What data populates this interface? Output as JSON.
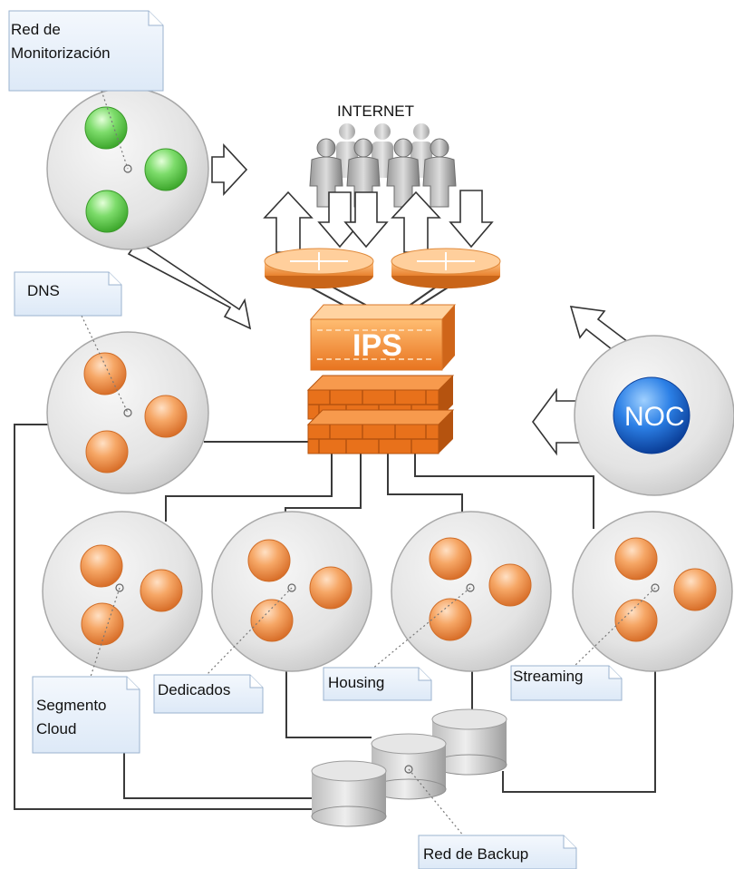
{
  "labels": {
    "monitoring_line1": "Red de",
    "monitoring_line2": "Monitorización",
    "internet": "INTERNET",
    "dns": "DNS",
    "ips": "IPS",
    "noc": "NOC",
    "cloud_line1": "Segmento",
    "cloud_line2": "Cloud",
    "dedicados": "Dedicados",
    "housing": "Housing",
    "streaming": "Streaming",
    "backup": "Red de Backup"
  },
  "icons": {
    "users": "users-icon",
    "router": "router-icon",
    "ips": "ips-appliance-icon",
    "firewall": "firewall-icon",
    "database": "database-icon",
    "node": "server-node-icon",
    "hub": "network-segment-icon",
    "noc": "noc-icon"
  },
  "colors": {
    "orange_node": "#f29a52",
    "green_node": "#6fd05a",
    "hub_fill": "#e6e6e6",
    "note_fill": "#eaf2fb",
    "noc_blue": "#1f6fd6",
    "firewall": "#e8711b",
    "line": "#333333"
  }
}
